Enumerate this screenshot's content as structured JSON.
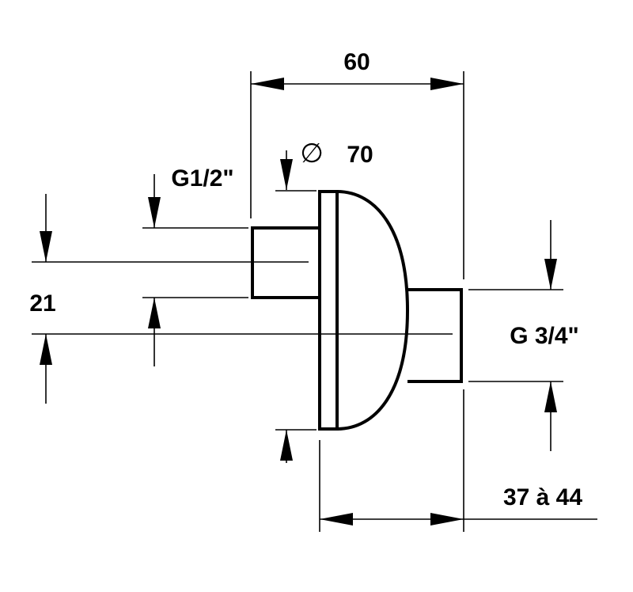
{
  "dimensions": {
    "width_overall": "60",
    "diameter_symbol": "∅",
    "diameter_value": "70",
    "inlet_thread": "G1/2\"",
    "offset": "21",
    "outlet_thread": "G 3/4\"",
    "depth_range": "37 à 44"
  }
}
